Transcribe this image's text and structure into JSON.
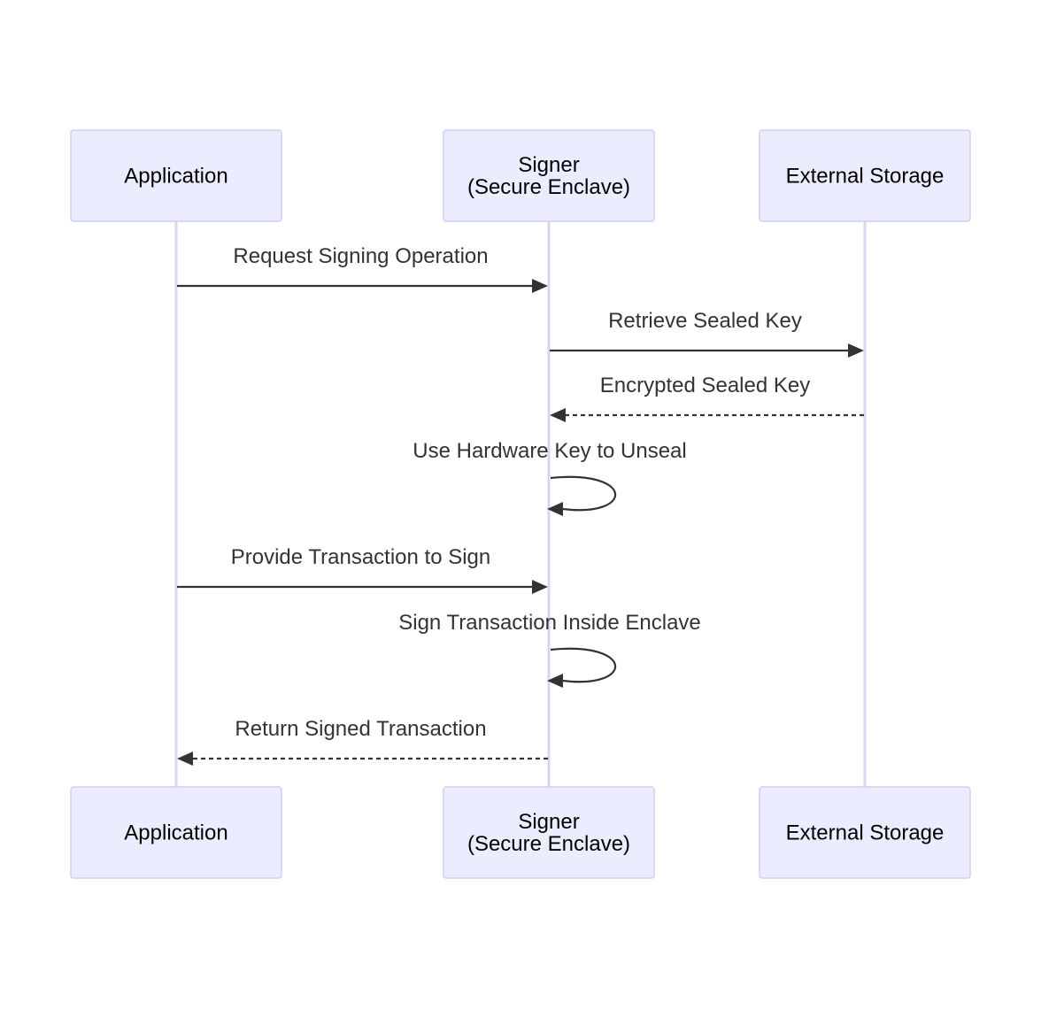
{
  "actors": [
    {
      "id": "app",
      "lines": [
        "Application"
      ]
    },
    {
      "id": "signer",
      "lines": [
        "Signer",
        "(Secure Enclave)"
      ]
    },
    {
      "id": "storage",
      "lines": [
        "External Storage"
      ]
    }
  ],
  "messages": [
    {
      "from": "app",
      "to": "signer",
      "label": "Request Signing Operation",
      "style": "solid"
    },
    {
      "from": "signer",
      "to": "storage",
      "label": "Retrieve Sealed Key",
      "style": "solid"
    },
    {
      "from": "storage",
      "to": "signer",
      "label": "Encrypted Sealed Key",
      "style": "dashed"
    },
    {
      "from": "signer",
      "to": "signer",
      "label": "Use Hardware Key to Unseal",
      "style": "solid"
    },
    {
      "from": "app",
      "to": "signer",
      "label": "Provide Transaction to Sign",
      "style": "solid"
    },
    {
      "from": "signer",
      "to": "signer",
      "label": "Sign Transaction Inside Enclave",
      "style": "solid"
    },
    {
      "from": "signer",
      "to": "app",
      "label": "Return Signed Transaction",
      "style": "dashed"
    }
  ]
}
